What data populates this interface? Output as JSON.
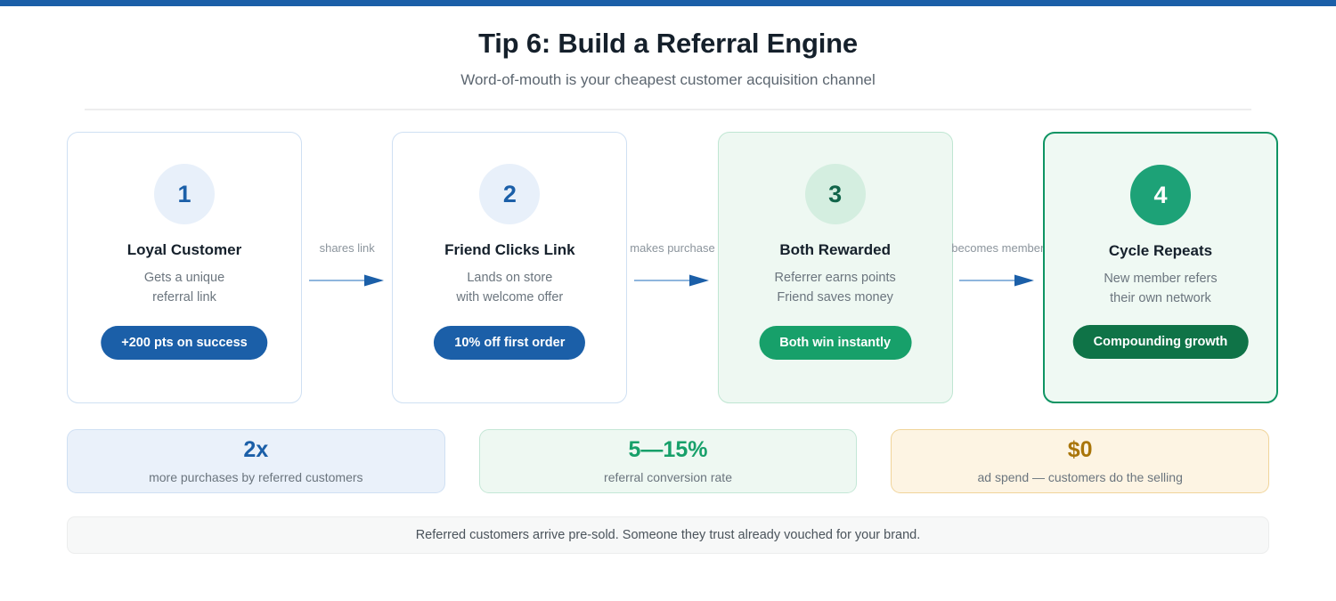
{
  "accent_color": "#1b5fa8",
  "header": {
    "title": "Tip 6: Build a Referral Engine",
    "subtitle": "Word-of-mouth is your cheapest customer acquisition channel"
  },
  "flow": {
    "steps": [
      {
        "number": "1",
        "title": "Loyal Customer",
        "desc_line1": "Gets a unique",
        "desc_line2": "referral link",
        "pill": "+200 pts on success"
      },
      {
        "number": "2",
        "title": "Friend Clicks Link",
        "desc_line1": "Lands on store",
        "desc_line2": "with welcome offer",
        "pill": "10% off first order"
      },
      {
        "number": "3",
        "title": "Both Rewarded",
        "desc_line1": "Referrer earns points",
        "desc_line2": "Friend saves money",
        "pill": "Both win instantly"
      },
      {
        "number": "4",
        "title": "Cycle Repeats",
        "desc_line1": "New member refers",
        "desc_line2": "their own network",
        "pill": "Compounding growth"
      }
    ],
    "connectors": [
      {
        "label": "shares link"
      },
      {
        "label": "makes purchase"
      },
      {
        "label": "becomes member"
      }
    ]
  },
  "stats": [
    {
      "value": "2x",
      "label": "more purchases by referred customers"
    },
    {
      "value": "5—15%",
      "label": "referral conversion rate"
    },
    {
      "value": "$0",
      "label": "ad spend — customers do the selling"
    }
  ],
  "footer": {
    "text": "Referred customers arrive pre-sold. Someone they trust already vouched for your brand."
  }
}
